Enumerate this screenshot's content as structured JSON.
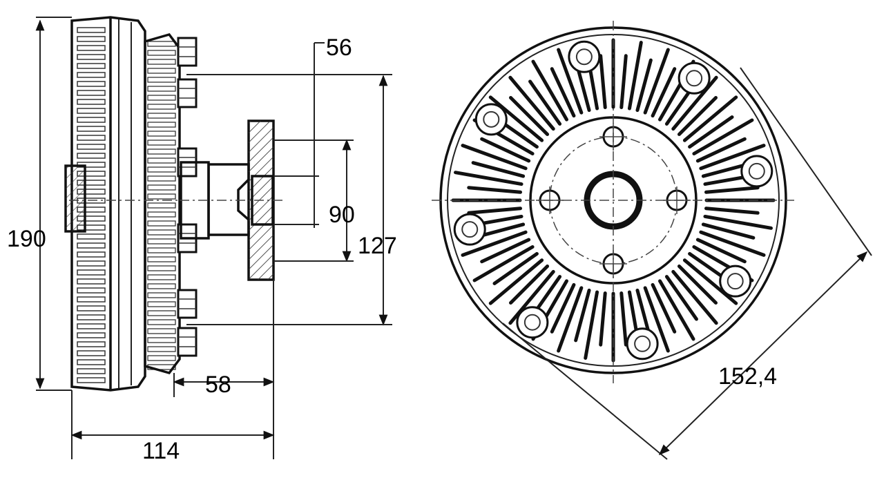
{
  "dimensions": {
    "d190": "190",
    "d56": "56",
    "d90": "90",
    "d127": "127",
    "d58": "58",
    "d114": "114",
    "d152": "152,4"
  }
}
